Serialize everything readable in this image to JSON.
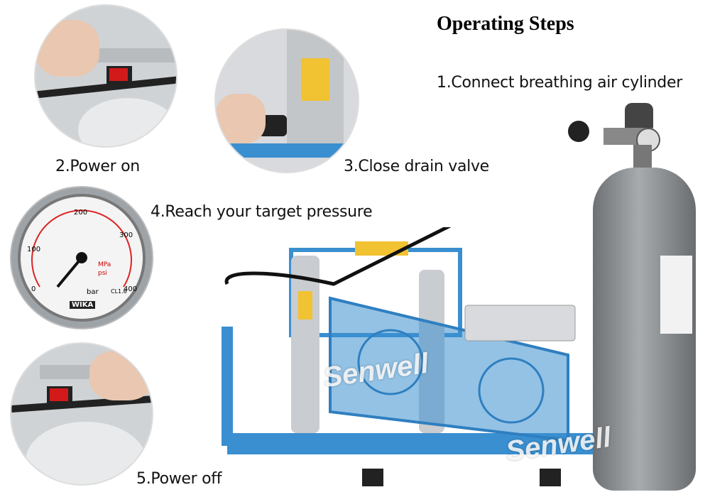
{
  "title": "Operating Steps",
  "steps": [
    {
      "label": "1.Connect breathing air cylinder"
    },
    {
      "label": "2.Power on"
    },
    {
      "label": "3.Close drain valve"
    },
    {
      "label": "4.Reach your target pressure"
    },
    {
      "label": "5.Power off"
    }
  ],
  "gauge": {
    "brand": "WIKA",
    "units": [
      "MPa",
      "psi",
      "bar"
    ],
    "ticks": [
      "0",
      "100",
      "200",
      "300",
      "400"
    ],
    "class": "CL1.6"
  },
  "watermark": "Senwell",
  "colors": {
    "compressor_blue": "#3a8fd0",
    "switch_red": "#d21a1a",
    "cylinder_gray": "#8a8d90"
  }
}
